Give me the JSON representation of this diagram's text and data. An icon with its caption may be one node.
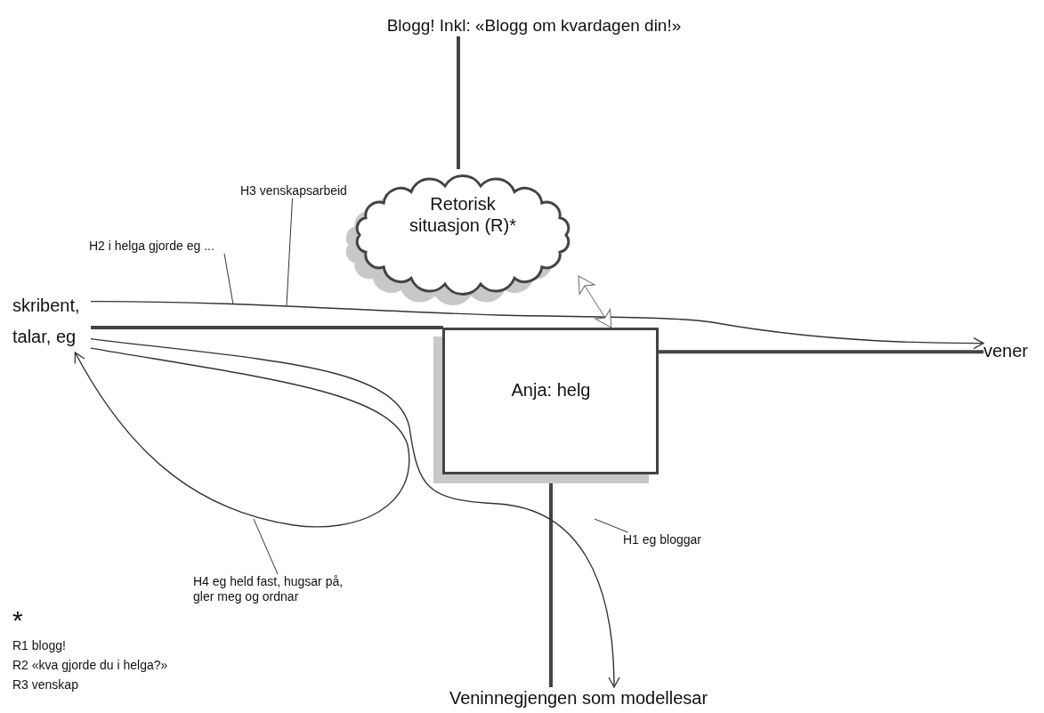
{
  "diagram": {
    "nodes": [
      {
        "text": [
          "Blogg! Inkl: «Blogg om kvardagen din!»"
        ]
      },
      {
        "text": [
          "H3 venskapsarbeid"
        ]
      },
      {
        "text": [
          "H2 i helga gjorde eg ..."
        ]
      },
      {
        "text": [
          "Retorisk situasjon (R)*"
        ]
      },
      {
        "text": [
          "skribent, talar, eg"
        ]
      },
      {
        "text": [
          "Anja: helg"
        ]
      },
      {
        "text": [
          "vener"
        ]
      },
      {
        "text": [
          "H1 eg bloggar"
        ]
      },
      {
        "text": [
          "H4 eg held fast, hugsar på, gler meg og ordnar"
        ]
      },
      {
        "text": [
          "Veninnegjengen som modellesar"
        ]
      }
    ],
    "edges": [
      {
        "from": 0,
        "to": 3,
        "arrow": "none",
        "style": "thick"
      },
      {
        "from": 5,
        "to": 9,
        "arrow": "none",
        "style": "thick"
      },
      {
        "from": 4,
        "to": 5,
        "arrow": "none",
        "style": "thick"
      },
      {
        "from": 5,
        "to": 6,
        "arrow": "none",
        "style": "thick"
      },
      {
        "from": 4,
        "to": 6,
        "arrow": "to"
      },
      {
        "from": 4,
        "to": 9,
        "arrow": "to"
      },
      {
        "from": 4,
        "to": 4,
        "arrow": "to"
      },
      {
        "from": 3,
        "to": 5,
        "arrow": "both"
      },
      {
        "from": 1,
        "to": null,
        "arrow": "none"
      },
      {
        "from": 2,
        "to": null,
        "arrow": "none"
      },
      {
        "from": 7,
        "to": null,
        "arrow": "none"
      },
      {
        "from": 8,
        "to": null,
        "arrow": "none"
      }
    ],
    "labels": [
      "*",
      "R1 blogg!",
      "R2 «kva gjorde du i helga?»",
      "R3 venskap"
    ]
  }
}
